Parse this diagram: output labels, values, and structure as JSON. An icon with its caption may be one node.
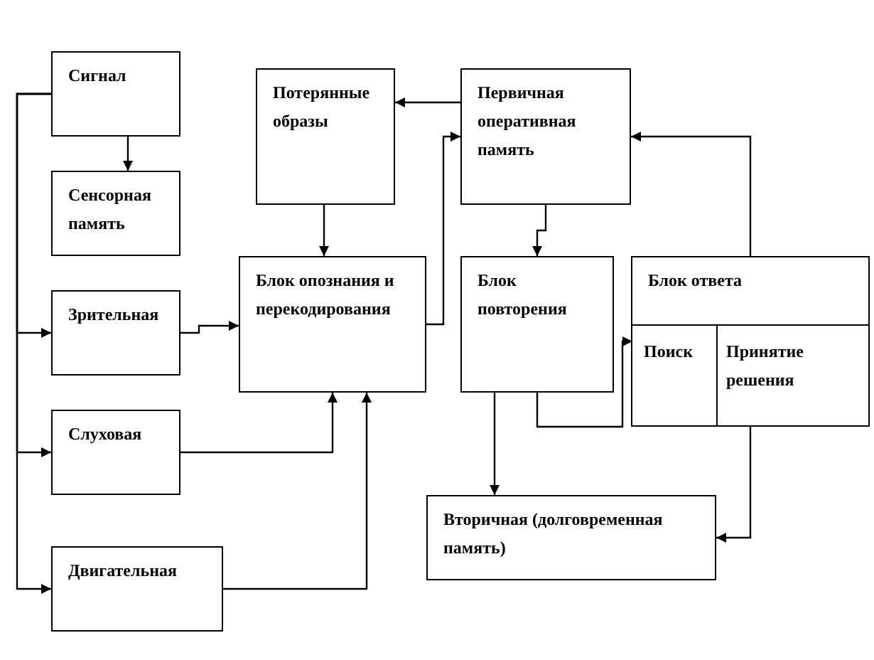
{
  "diagram": {
    "nodes": [
      {
        "text": [
          "Сигнал"
        ]
      },
      {
        "text": [
          "Потерянные образы"
        ]
      },
      {
        "text": [
          "Первичная оперативная память"
        ]
      },
      {
        "text": [
          "Сенсорная память"
        ]
      },
      {
        "text": [
          "Блок опознания и перекодирования"
        ]
      },
      {
        "text": [
          "Блок повторения"
        ]
      },
      {
        "text": [
          "Блок ответа"
        ]
      },
      {
        "text": [
          "Поиск"
        ],
        "in": 6
      },
      {
        "text": [
          "Принятие решения"
        ],
        "in": 6
      },
      {
        "text": [
          "Зрительная"
        ]
      },
      {
        "text": [
          "Слуховая"
        ]
      },
      {
        "text": [
          "Вторичная (долговременная память)"
        ]
      },
      {
        "text": [
          "Двигательная"
        ]
      }
    ],
    "edges": [
      {
        "from": 0,
        "to": 3,
        "arrow": "to"
      },
      {
        "from": 0,
        "to": 9,
        "arrow": "to"
      },
      {
        "from": 0,
        "to": 10,
        "arrow": "to"
      },
      {
        "from": 0,
        "to": 12,
        "arrow": "to"
      },
      {
        "from": 9,
        "to": 4,
        "arrow": "to"
      },
      {
        "from": 10,
        "to": 4,
        "arrow": "to"
      },
      {
        "from": 12,
        "to": 4,
        "arrow": "to"
      },
      {
        "from": 1,
        "to": 4,
        "arrow": "to"
      },
      {
        "from": 4,
        "to": 2,
        "arrow": "to"
      },
      {
        "from": 2,
        "to": 1,
        "arrow": "to"
      },
      {
        "from": 2,
        "to": 5,
        "arrow": "to"
      },
      {
        "from": 6,
        "to": 2,
        "arrow": "to"
      },
      {
        "from": 5,
        "to": 7,
        "arrow": "to"
      },
      {
        "from": 5,
        "to": 11,
        "arrow": "to"
      },
      {
        "from": 8,
        "to": 11,
        "arrow": "to"
      }
    ]
  }
}
